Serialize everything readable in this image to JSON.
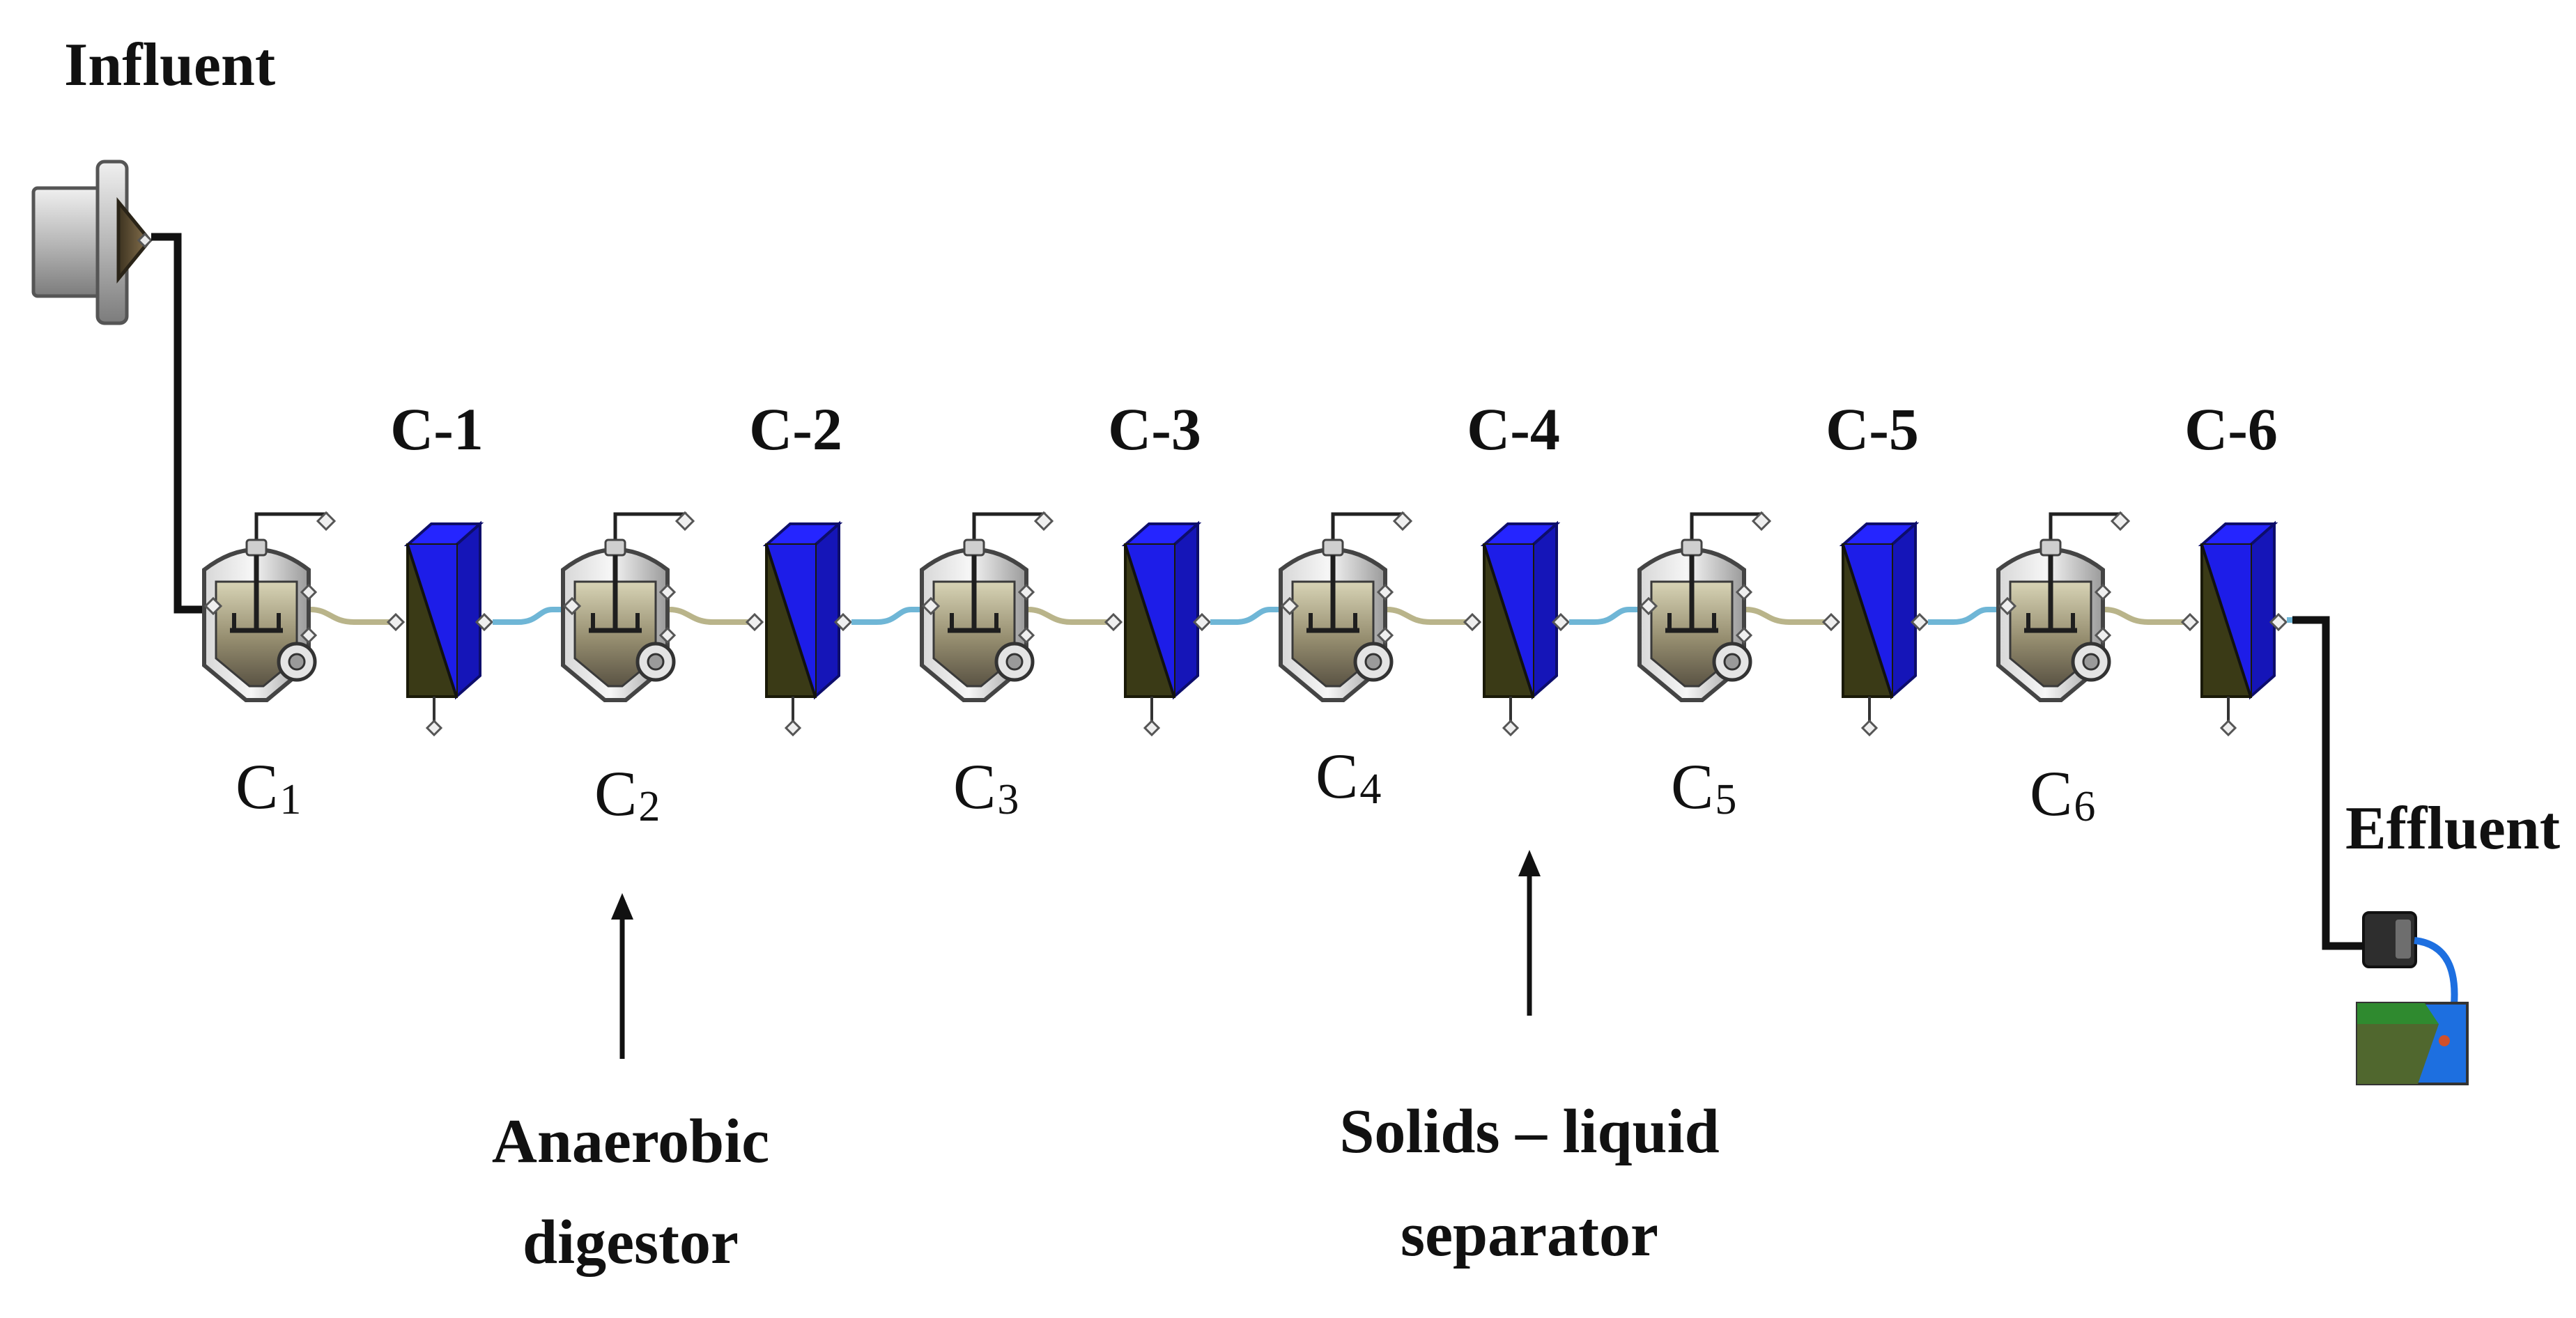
{
  "influent_label": "Influent",
  "effluent_label": "Effluent",
  "stages": [
    {
      "separator": "C-1",
      "digestor": "C",
      "digestor_sub": "1"
    },
    {
      "separator": "C-2",
      "digestor": "C",
      "digestor_sub": "2"
    },
    {
      "separator": "C-3",
      "digestor": "C",
      "digestor_sub": "3"
    },
    {
      "separator": "C-4",
      "digestor": "C",
      "digestor_sub": "4"
    },
    {
      "separator": "C-5",
      "digestor": "C",
      "digestor_sub": "5"
    },
    {
      "separator": "C-6",
      "digestor": "C",
      "digestor_sub": "6"
    }
  ],
  "annotations": {
    "digestor_line1": "Anaerobic",
    "digestor_line2": "digestor",
    "separator_line1": "Solids – liquid",
    "separator_line2": "separator"
  },
  "colors": {
    "process_line": "#111111",
    "digestor_to_separator_pipe": "#b9b48a",
    "separator_to_digestor_pipe": "#6fb6d6",
    "separator_front": "#3a3a16",
    "separator_blue": "#1d1de8",
    "digestor_body": "#8a846e",
    "outfall_water": "#1d6fe0",
    "outfall_ground": "#2f8a2f"
  }
}
